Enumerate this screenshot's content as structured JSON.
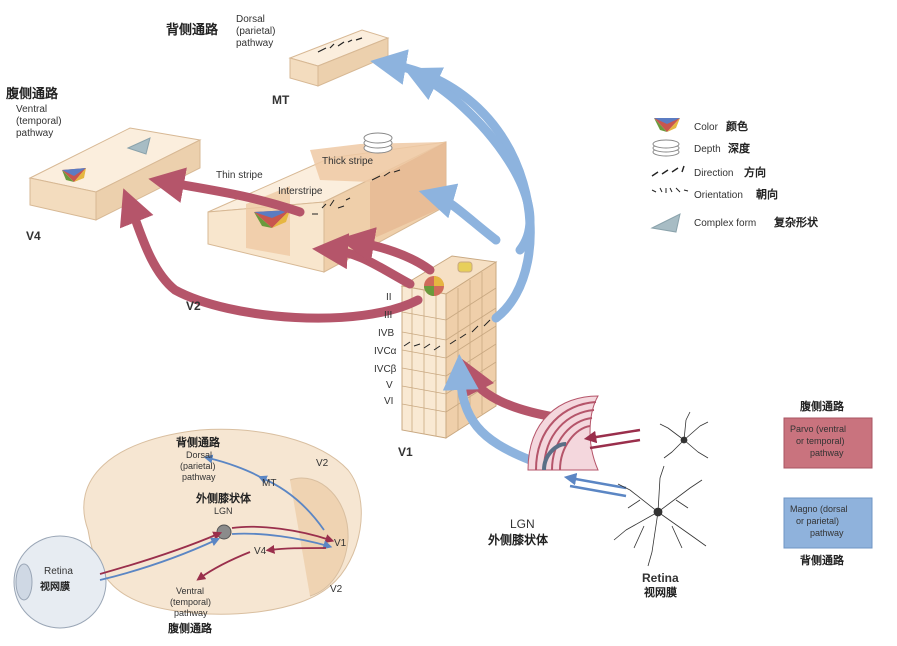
{
  "top": {
    "dorsal_cn": "背侧通路",
    "dorsal_en": [
      "Dorsal",
      "(parietal)",
      "pathway"
    ],
    "mt": "MT",
    "ventral_cn": "腹侧通路",
    "ventral_en": [
      "Ventral",
      "(temporal)",
      "pathway"
    ],
    "v4": "V4",
    "v2": "V2",
    "v1": "V1",
    "thin_stripe": "Thin stripe",
    "thick_stripe": "Thick stripe",
    "interstripe": "Interstripe",
    "layers": [
      "II",
      "III",
      "IVB",
      "IVCα",
      "IVCβ",
      "V",
      "VI"
    ],
    "lgn_en": "LGN",
    "lgn_cn": "外侧膝状体",
    "retina_en": "Retina",
    "retina_cn": "视网膜"
  },
  "legend": {
    "items": [
      {
        "en": "Color",
        "cn": "颜色",
        "icon": "color-triangle-icon"
      },
      {
        "en": "Depth",
        "cn": "深度",
        "icon": "depth-layers-icon"
      },
      {
        "en": "Direction",
        "cn": "方向",
        "icon": "direction-arrows-icon"
      },
      {
        "en": "Orientation",
        "cn": "朝向",
        "icon": "orientation-lines-icon"
      },
      {
        "en": "Complex form",
        "cn": "复杂形状",
        "icon": "complex-form-icon"
      }
    ]
  },
  "pathway_key": {
    "parvo_cn": "腹侧通路",
    "parvo_lines": [
      "Parvo (ventral",
      "or temporal)",
      "pathway"
    ],
    "magno_lines": [
      "Magno (dorsal",
      "or parietal)",
      "pathway"
    ],
    "magno_cn": "背侧通路",
    "parvo_color": "#c9737e",
    "magno_color": "#8fb2dc"
  },
  "brain": {
    "dorsal_cn": "背侧通路",
    "dorsal_en": [
      "Dorsal",
      "(parietal)",
      "pathway"
    ],
    "mt": "MT",
    "v2_top": "V2",
    "lgn_cn": "外侧膝状体",
    "lgn_en": "LGN",
    "v1": "V1",
    "v4": "V4",
    "retina_en": "Retina",
    "retina_cn": "视网膜",
    "ventral_en": [
      "Ventral",
      "(temporal)",
      "pathway"
    ],
    "ventral_cn": "腹侧通路",
    "v2_bottom": "V2"
  },
  "colors": {
    "box_light": "#f9e9d3",
    "box_dark": "#efc9a4",
    "red_arrow": "#b5556a",
    "blue_arrow": "#8db3de",
    "brain_fill": "#f6e6d2"
  }
}
